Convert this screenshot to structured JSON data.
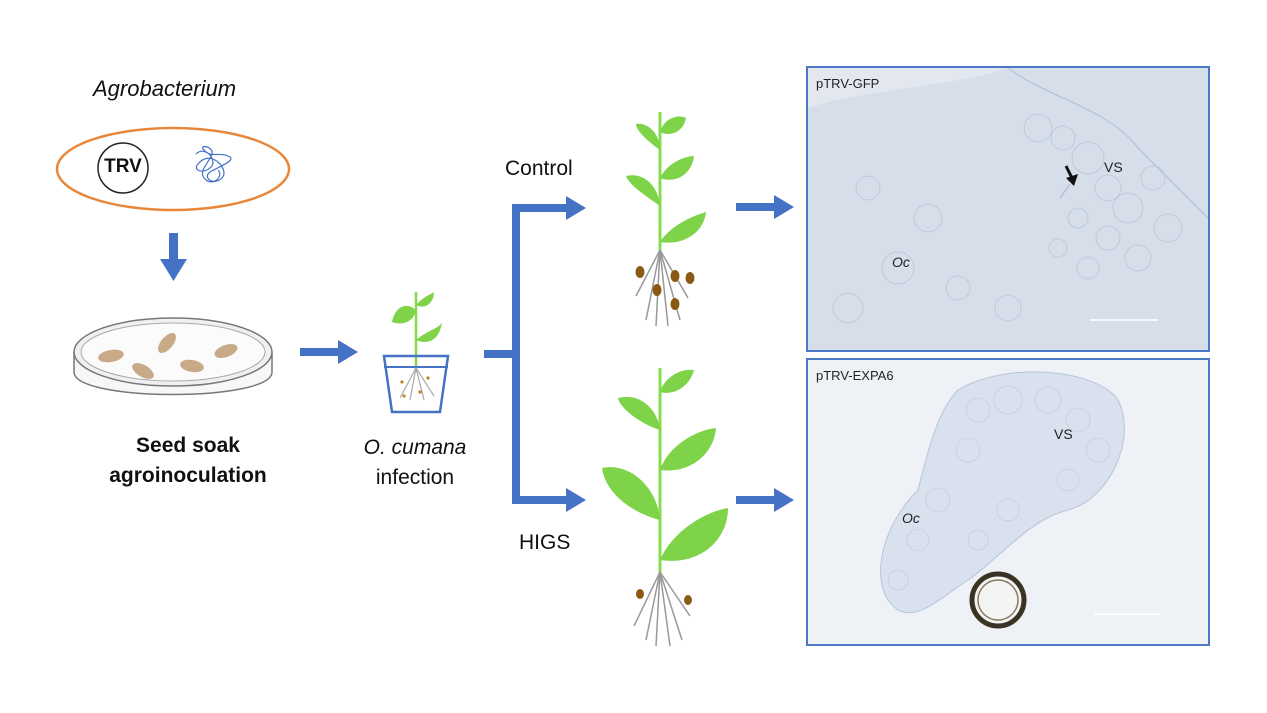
{
  "agrobacterium_label": "Agrobacterium",
  "trv_label": "TRV",
  "seed_step": {
    "line1": "Seed soak",
    "line2": "agroinoculation"
  },
  "infection_step": {
    "line1_italic": "O. cumana",
    "line2": "infection"
  },
  "branch_control": "Control",
  "branch_higs": "HIGS",
  "panel_top": {
    "title": "pTRV-GFP",
    "vs_label": "VS",
    "oc_label": "Oc"
  },
  "panel_bottom": {
    "title": "pTRV-EXPA6",
    "vs_label": "VS",
    "oc_label": "Oc"
  },
  "colors": {
    "arrow": "#4472c4",
    "ellipse": "#e8873a",
    "leaf": "#7ed348",
    "stem": "#86dc4e",
    "root": "#999999",
    "seed": "#8a5a14"
  }
}
